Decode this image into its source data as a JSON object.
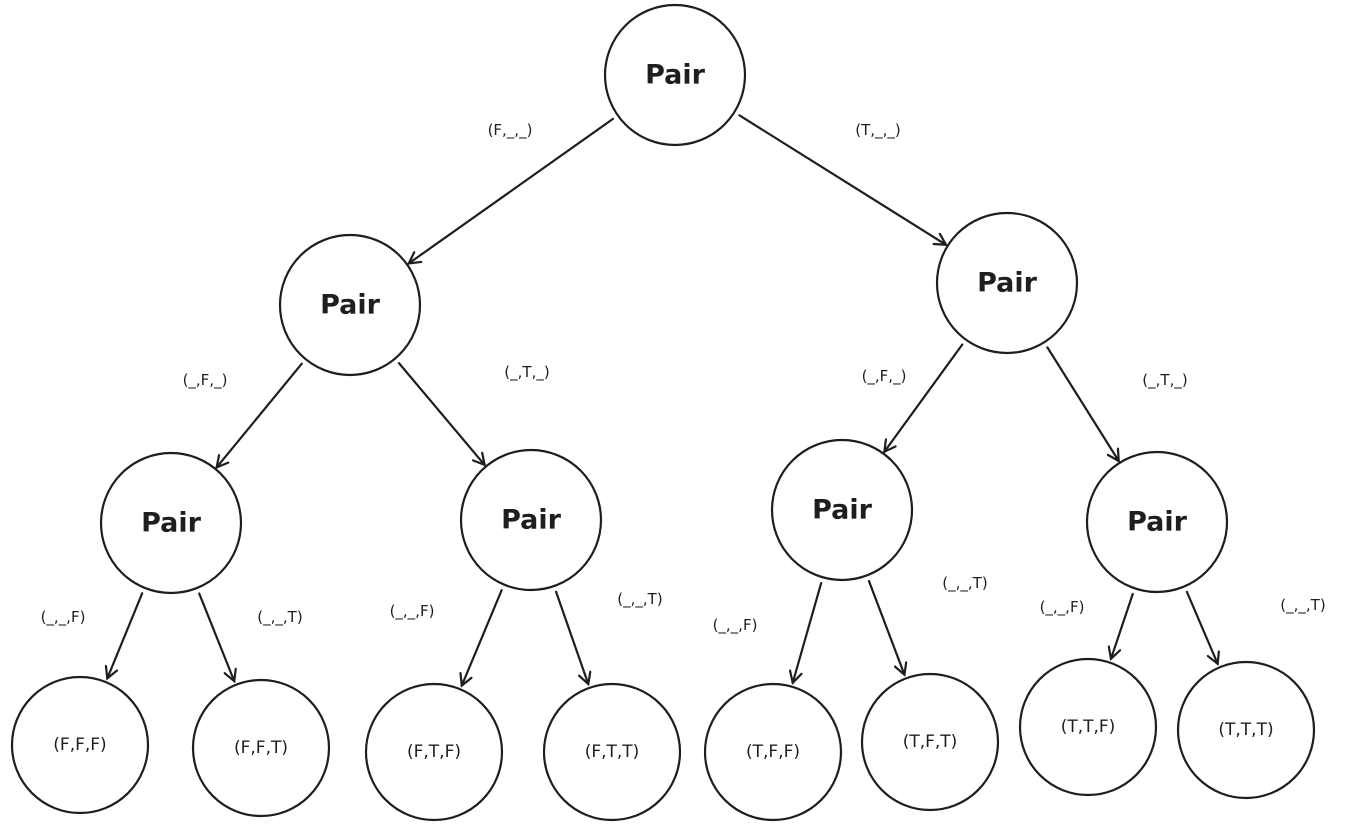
{
  "diagram": {
    "nodes": [
      {
        "id": "root",
        "label": "Pair"
      },
      {
        "id": "f",
        "label": "Pair"
      },
      {
        "id": "t",
        "label": "Pair"
      },
      {
        "id": "ff",
        "label": "Pair"
      },
      {
        "id": "ft",
        "label": "Pair"
      },
      {
        "id": "tf",
        "label": "Pair"
      },
      {
        "id": "tt",
        "label": "Pair"
      },
      {
        "id": "fff",
        "label": "(F,F,F)"
      },
      {
        "id": "fft",
        "label": "(F,F,T)"
      },
      {
        "id": "ftf",
        "label": "(F,T,F)"
      },
      {
        "id": "ftt",
        "label": "(F,T,T)"
      },
      {
        "id": "tff",
        "label": "(T,F,F)"
      },
      {
        "id": "tft",
        "label": "(T,F,T)"
      },
      {
        "id": "ttf",
        "label": "(T,T,F)"
      },
      {
        "id": "ttt",
        "label": "(T,T,T)"
      }
    ],
    "edges": [
      {
        "from": "root",
        "to": "f",
        "label": "(F,_,_)"
      },
      {
        "from": "root",
        "to": "t",
        "label": "(T,_,_)"
      },
      {
        "from": "f",
        "to": "ff",
        "label": "(_,F,_)"
      },
      {
        "from": "f",
        "to": "ft",
        "label": "(_,T,_)"
      },
      {
        "from": "t",
        "to": "tf",
        "label": "(_,F,_)"
      },
      {
        "from": "t",
        "to": "tt",
        "label": "(_,T,_)"
      },
      {
        "from": "ff",
        "to": "fff",
        "label": "(_,_,F)"
      },
      {
        "from": "ff",
        "to": "fft",
        "label": "(_,_,T)"
      },
      {
        "from": "ft",
        "to": "ftf",
        "label": "(_,_,F)"
      },
      {
        "from": "ft",
        "to": "ftt",
        "label": "(_,_,T)"
      },
      {
        "from": "tf",
        "to": "tff",
        "label": "(_,_,F)"
      },
      {
        "from": "tf",
        "to": "tft",
        "label": "(_,_,T)"
      },
      {
        "from": "tt",
        "to": "ttf",
        "label": "(_,_,F)"
      },
      {
        "from": "tt",
        "to": "ttt",
        "label": "(_,_,T)"
      }
    ]
  }
}
